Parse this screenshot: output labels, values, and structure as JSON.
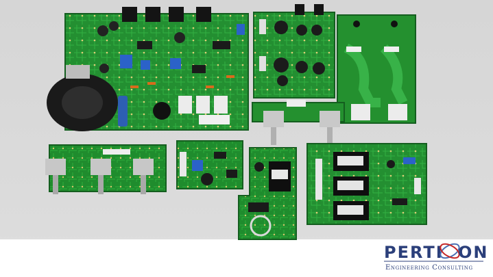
{
  "logo": {
    "name_left": "PERTI",
    "name_right": "ON",
    "tagline": "Engineering Consulting",
    "colors": {
      "text": "#2b3f7a",
      "accent": "#c62828",
      "ring": "#4a6fb3"
    }
  },
  "scene": {
    "background_top": "#d7d7d7",
    "background_bottom": "#ffffff",
    "board_green": "#1f8a2e",
    "board_light_green": "#2aa33a"
  }
}
